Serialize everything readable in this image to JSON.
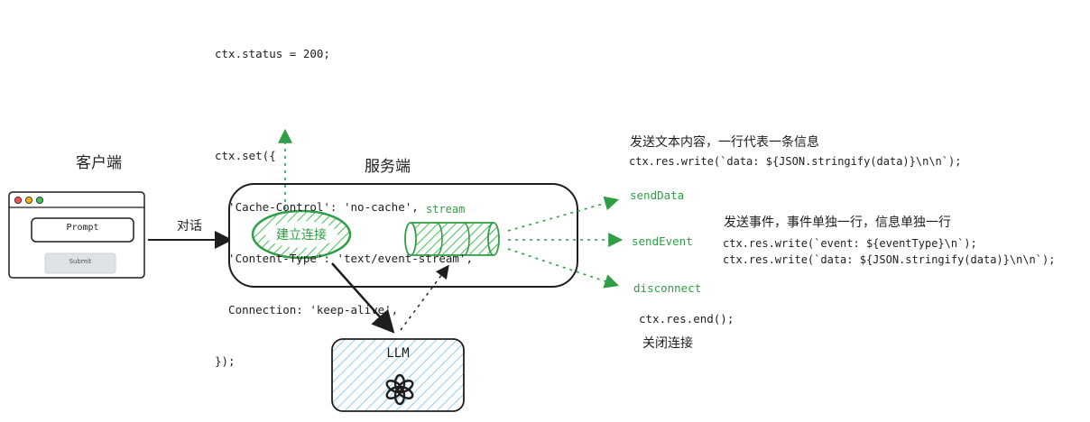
{
  "top_code": {
    "line1": "ctx.status = 200;",
    "line2": "ctx.set({",
    "line3": "  'Cache-Control': 'no-cache',",
    "line4": "  'Content-Type': 'text/event-stream',",
    "line5": "  Connection: 'keep-alive',",
    "line6": "});"
  },
  "client": {
    "title": "客户端",
    "prompt_label": "Prompt",
    "submit_label": "Submit"
  },
  "edge_dialog": "对话",
  "server": {
    "title": "服务端",
    "connect_label": "建立连接",
    "stream_label": "stream"
  },
  "llm": {
    "label": "LLM"
  },
  "events": {
    "send_data": "sendData",
    "send_event": "sendEvent",
    "disconnect": "disconnect"
  },
  "notes": {
    "send_data_desc": "发送文本内容，一行代表一条信息",
    "send_data_code": "ctx.res.write(`data: ${JSON.stringify(data)}\\n\\n`);",
    "send_event_desc": "发送事件，事件单独一行，信息单独一行",
    "send_event_code1": "ctx.res.write(`event: ${eventType}\\n`);",
    "send_event_code2": "ctx.res.write(`data: ${JSON.stringify(data)}\\n\\n`);",
    "disconnect_code": "ctx.res.end();",
    "disconnect_desc": "关闭连接"
  },
  "colors": {
    "green": "#2f9e44",
    "green_fill": "#b2f2bb",
    "blue_hatch": "#a5d8ff",
    "stroke": "#1e1e1e",
    "dot_red": "#fa5252",
    "dot_yellow": "#fab005",
    "dot_green": "#40c057"
  },
  "icons": {
    "llm_logo": "openai-logo-icon"
  }
}
